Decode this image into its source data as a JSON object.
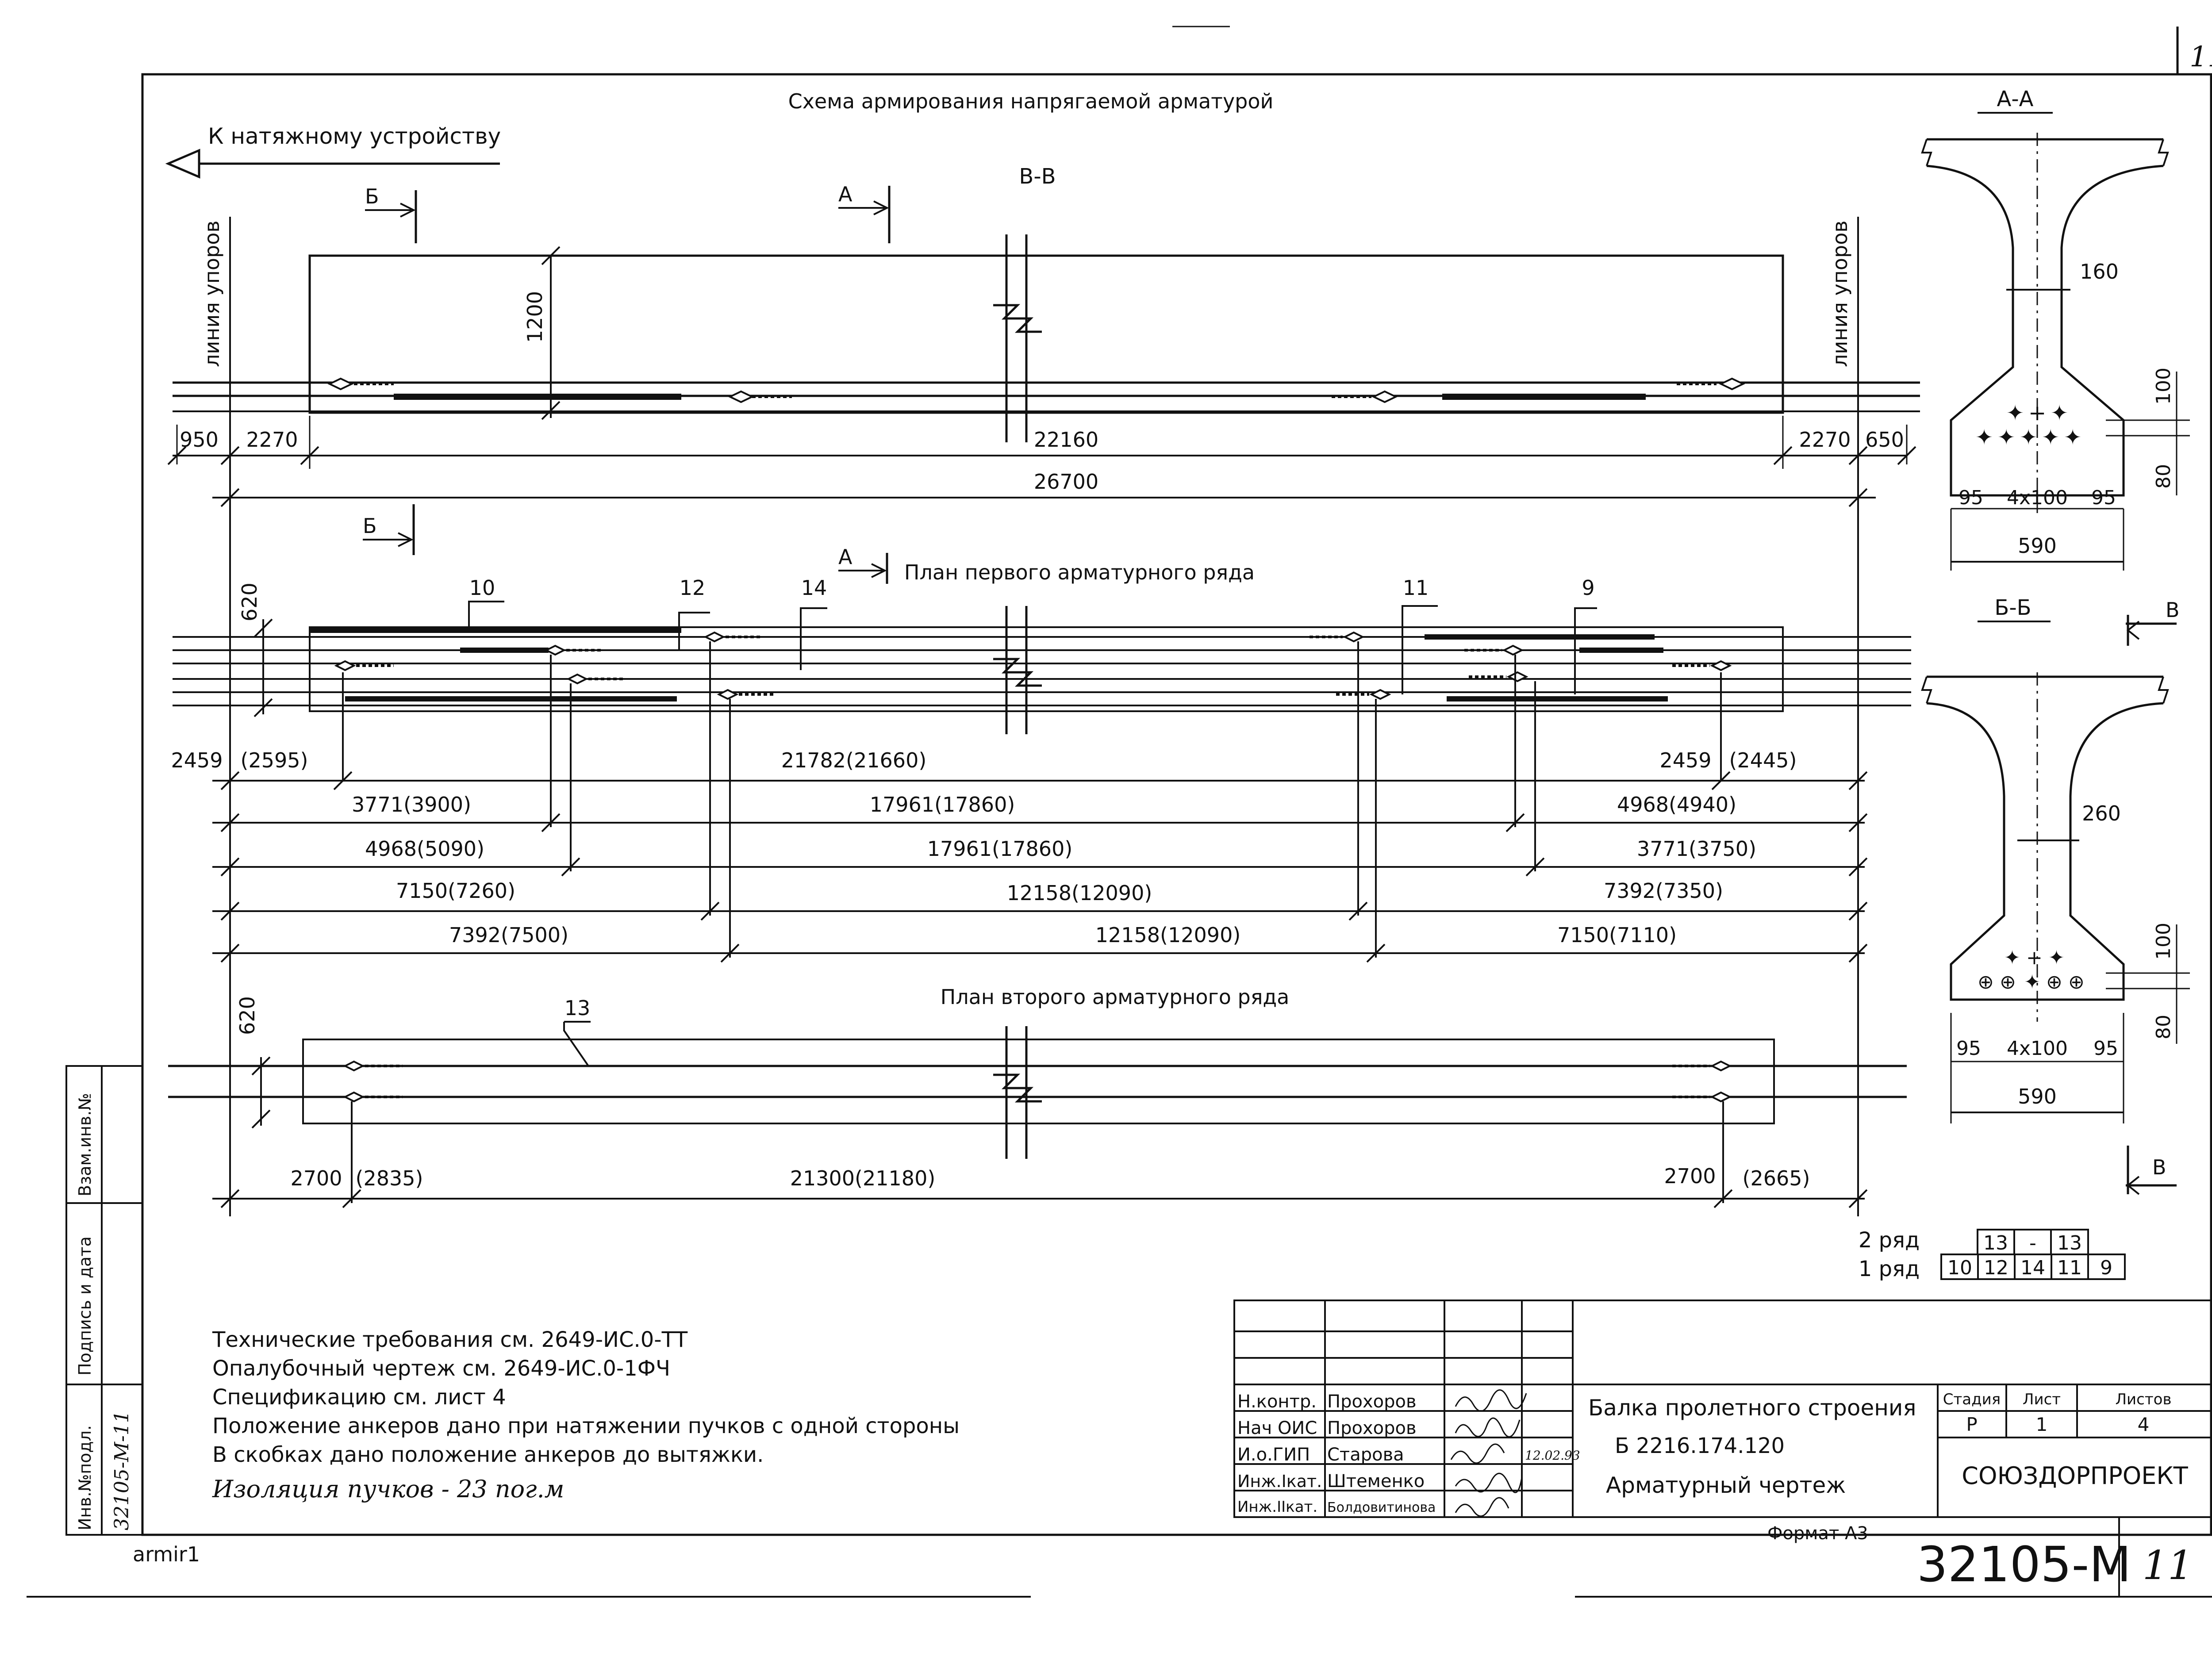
{
  "sheet_number": "11",
  "title_main": "Схема армирования напрягаемой арматурой",
  "direction_label": "К натяжному устройству",
  "stop_line_label": "линия упоров",
  "cut_labels": {
    "a": "А",
    "b": "Б",
    "v": "В",
    "vv": "В-В"
  },
  "elevation": {
    "height": "1200",
    "dims_row": [
      "950",
      "2270",
      "22160",
      "2270",
      "650"
    ],
    "total": "26700"
  },
  "plan1": {
    "title": "План первого арматурного ряда",
    "offset": "620",
    "bar_marks": [
      "10",
      "12",
      "14",
      "11",
      "9"
    ],
    "dim_rows": [
      [
        "2459",
        "(2595)",
        "21782(21660)",
        "2459",
        "(2445)"
      ],
      [
        "3771(3900)",
        "17961(17860)",
        "4968(4940)"
      ],
      [
        "4968(5090)",
        "17961(17860)",
        "3771(3750)"
      ],
      [
        "7150(7260)",
        "12158(12090)",
        "7392(7350)"
      ],
      [
        "7392(7500)",
        "12158(12090)",
        "7150(7110)"
      ]
    ]
  },
  "plan2": {
    "title": "План второго арматурного ряда",
    "offset": "620",
    "bar_mark": "13",
    "dims": [
      "2700",
      "(2835)",
      "21300(21180)",
      "2700",
      "(2665)"
    ]
  },
  "section_aa": {
    "title": "А-А",
    "web": "160",
    "dim_100": "100",
    "dim_80": "80",
    "bottom_row": [
      "95",
      "4х100",
      "95"
    ],
    "width": "590"
  },
  "section_bb": {
    "title": "Б-Б",
    "web": "260",
    "dim_100": "100",
    "dim_80": "80",
    "bottom_row": [
      "95",
      "4х100",
      "95"
    ],
    "width": "590"
  },
  "rows_table": {
    "row2_label": "2 ряд",
    "row1_label": "1 ряд",
    "row2": [
      "13",
      "-",
      "13"
    ],
    "row1": [
      "10",
      "12",
      "14",
      "11",
      "9"
    ]
  },
  "notes": [
    "Технические требования см. 2649-ИС.0-ТТ",
    "Опалубочный чертеж см. 2649-ИС.0-1ФЧ",
    "Спецификацию см. лист 4",
    "Положение анкеров дано при натяжении пучков с одной стороны",
    "В скобках дано положение анкеров до вытяжки."
  ],
  "handwritten_note": "Изоляция пучков - 23 пог.м",
  "left_margin": {
    "col1_label": "Инв.№подл.",
    "col1_value": "32105-М-11",
    "col2_label": "Подпись и дата",
    "col3_label": "Взам.инв.№"
  },
  "stamp": {
    "roles": [
      {
        "role": "Н.контр.",
        "name": "Прохоров",
        "date": ""
      },
      {
        "role": "Нач ОИС",
        "name": "Прохоров",
        "date": ""
      },
      {
        "role": "И.о.ГИП",
        "name": "Старова",
        "date": "12.02.93"
      },
      {
        "role": "Инж.Iкат.",
        "name": "Штеменко",
        "date": ""
      },
      {
        "role": "Инж.IIкат.",
        "name": "Болдовитинова",
        "date": ""
      }
    ],
    "title_line1": "Балка пролетного строения",
    "title_code": "Б 2216.174.120",
    "title_line3": "Арматурный чертеж",
    "headers": [
      "Стадия",
      "Лист",
      "Листов"
    ],
    "values": [
      "Р",
      "1",
      "4"
    ],
    "org": "СОЮЗДОРПРОЕКТ"
  },
  "format_label": "Формат А3",
  "doc_number": "32105-М",
  "doc_sheet": "11",
  "file_name": "armir1"
}
